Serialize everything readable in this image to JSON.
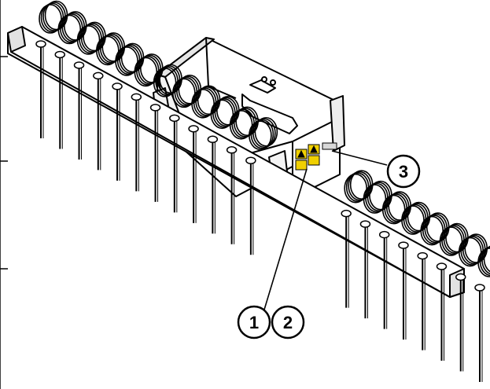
{
  "diagram": {
    "callouts": [
      {
        "id": "c1",
        "label": "1"
      },
      {
        "id": "c2",
        "label": "2"
      },
      {
        "id": "c3",
        "label": "3"
      }
    ],
    "colors": {
      "line": "#000000",
      "fill": "#ffffff",
      "decal": "#f0d000",
      "shade": "#d8d8d8"
    },
    "counts": {
      "left_tines": 12,
      "right_tines": 8
    }
  }
}
